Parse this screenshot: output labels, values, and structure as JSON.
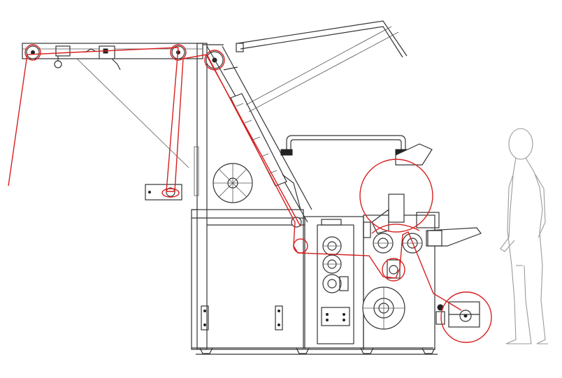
{
  "diagram": {
    "kind": "machine-side-elevation",
    "colors": {
      "machine_line": "#333333",
      "web_path": "#d62020",
      "operator_figure": "#9a9a9a",
      "background": "#ffffff"
    },
    "parts": [
      "upper-frame-beam",
      "inclined-conveyor",
      "unwind-roll",
      "upper-guide-roller",
      "control-console",
      "rewind-drum",
      "drive-motor",
      "dancer-roll-assembly",
      "output-table",
      "operator-figure"
    ]
  }
}
